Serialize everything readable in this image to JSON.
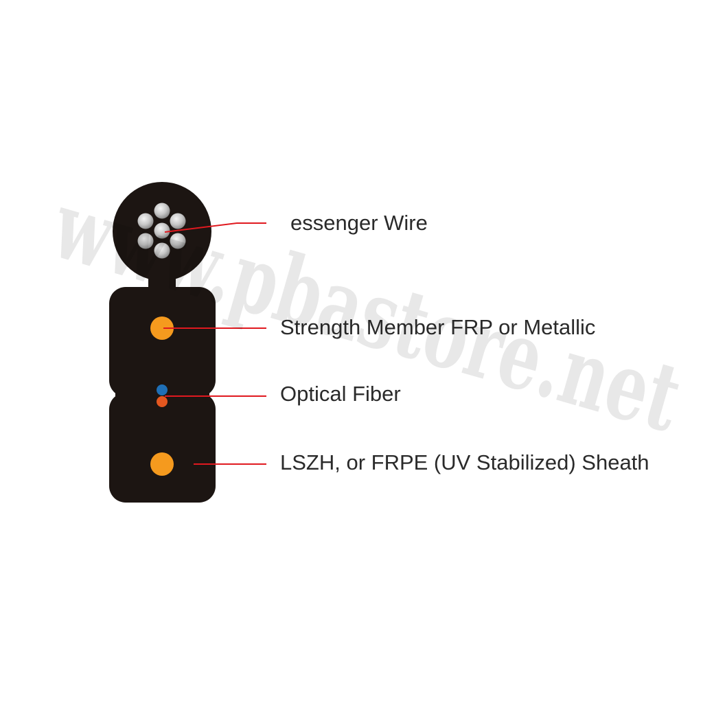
{
  "watermark": {
    "text": "www.pbastore.net"
  },
  "colors": {
    "background": "#ffffff",
    "sheath": "#1c1512",
    "strength_member": "#f59a1e",
    "fiber_blue": "#1f6fb6",
    "fiber_orange": "#e4571f",
    "steel_strand": "#c8c8c8",
    "leader_line": "#e0191f",
    "label": "#2a2a2a"
  },
  "labels": {
    "messenger_wire": "essenger Wire",
    "strength_member": "Strength Member FRP or Metallic",
    "optical_fiber": "Optical Fiber",
    "sheath": "LSZH, or FRPE (UV Stabilized) Sheath"
  }
}
